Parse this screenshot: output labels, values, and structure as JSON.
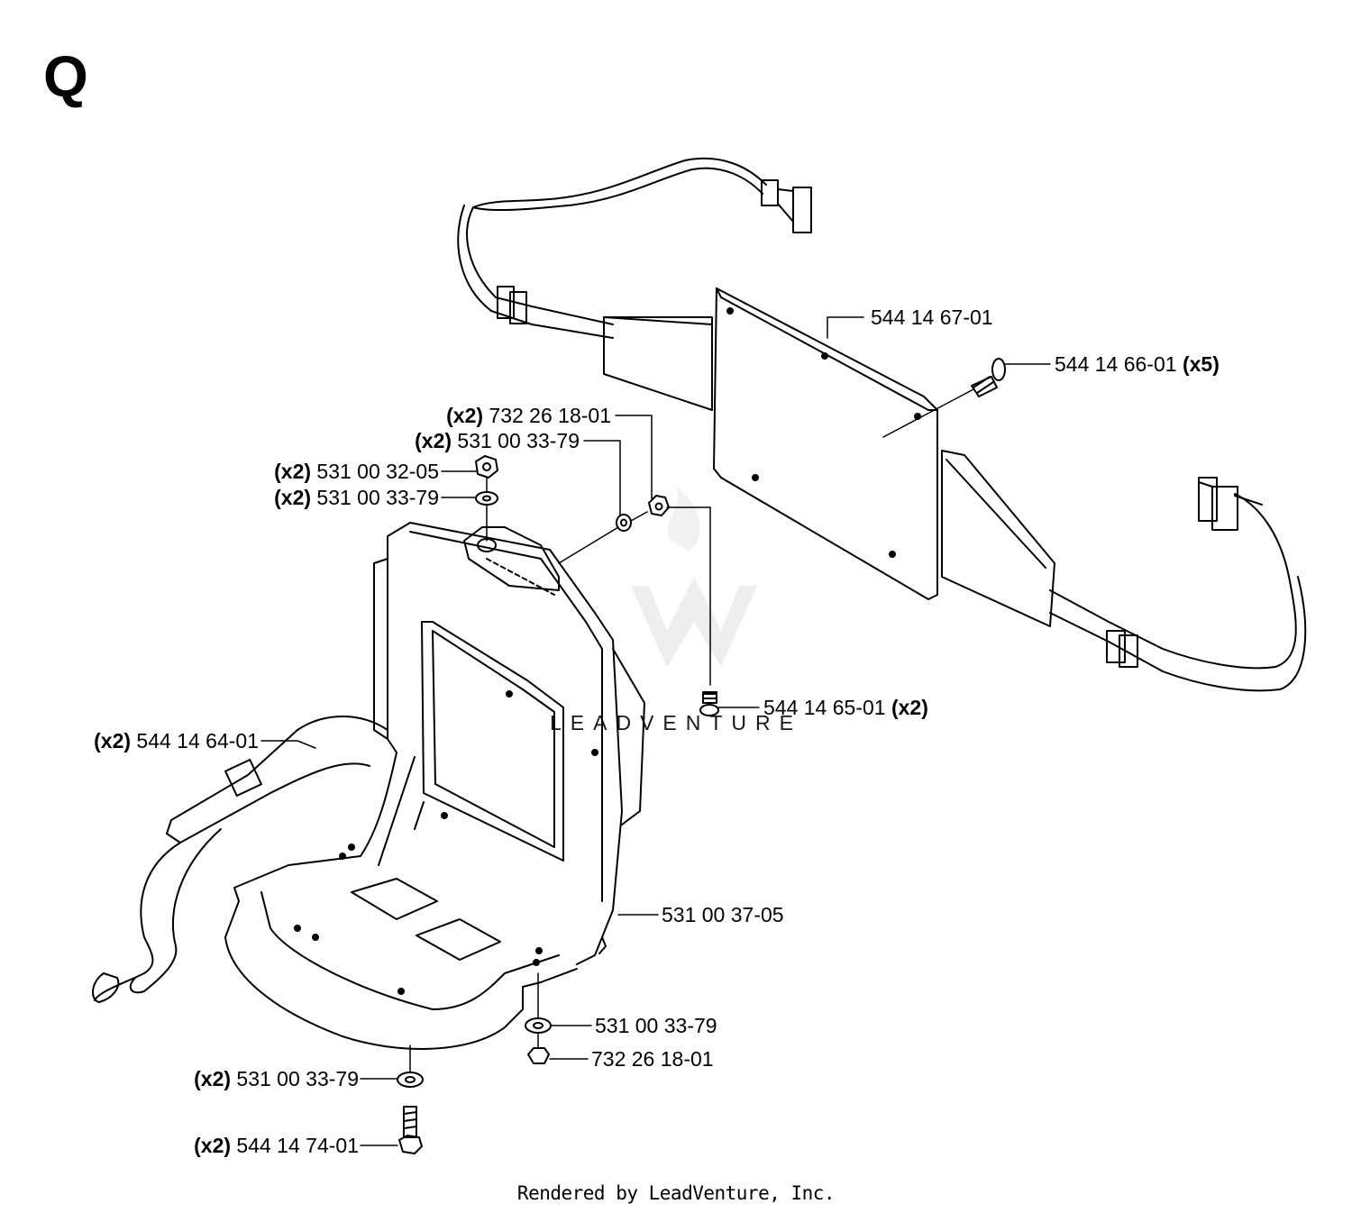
{
  "section_letter": "Q",
  "watermark_text": "LEADVENTURE",
  "footer": "Rendered by LeadVenture, Inc.",
  "callouts": {
    "harness_plate": {
      "qty": "",
      "part": "544 14 67-01"
    },
    "screw_plate": {
      "qty": "(x5)",
      "part": "544 14 66-01"
    },
    "nut_top_right": {
      "qty": "(x2)",
      "part": "732 26 18-01"
    },
    "washer_top_right": {
      "qty": "(x2)",
      "part": "531 00 33-79"
    },
    "nut_top_left": {
      "qty": "(x2)",
      "part": "531 00 32-05"
    },
    "washer_top_left": {
      "qty": "(x2)",
      "part": "531 00 33-79"
    },
    "screw_frame": {
      "qty": "(x2)",
      "part": "544 14 65-01"
    },
    "shoulder_strap": {
      "qty": "(x2)",
      "part": "544 14 64-01"
    },
    "frame": {
      "qty": "",
      "part": "531 00 37-05"
    },
    "washer_bottom_r": {
      "qty": "",
      "part": "531 00 33-79"
    },
    "nut_bottom_r": {
      "qty": "",
      "part": "732 26 18-01"
    },
    "washer_bottom_l": {
      "qty": "(x2)",
      "part": "531 00 33-79"
    },
    "bolt_bottom_l": {
      "qty": "(x2)",
      "part": "544 14 74-01"
    }
  }
}
